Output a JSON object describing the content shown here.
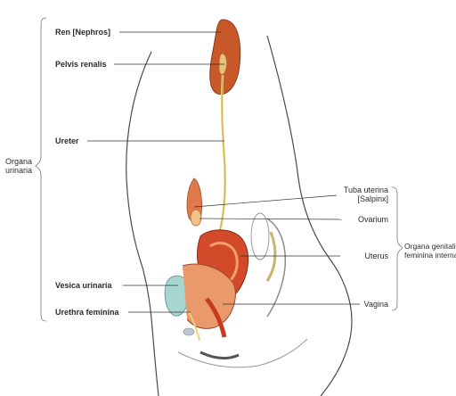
{
  "labels": {
    "ren": "Ren [Nephros]",
    "pelvis": "Pelvis renalis",
    "ureter": "Ureter",
    "vesica": "Vesica urinaria",
    "urethra": "Urethra feminina",
    "tuba_line1": "Tuba uterina",
    "tuba_line2": "[Salpinx]",
    "ovarium": "Ovarium",
    "uterus": "Uterus",
    "vagina": "Vagina",
    "group_left_line1": "Organa",
    "group_left_line2": "urinaria",
    "group_right_line1": "Organa genitalia",
    "group_right_line2": "feminina interna"
  },
  "colors": {
    "kidney": "#c8582a",
    "organ_red": "#d24a2a",
    "ureter": "#e8d27a",
    "bladder": "#a7d6cf",
    "outline": "#4a4a4a"
  }
}
